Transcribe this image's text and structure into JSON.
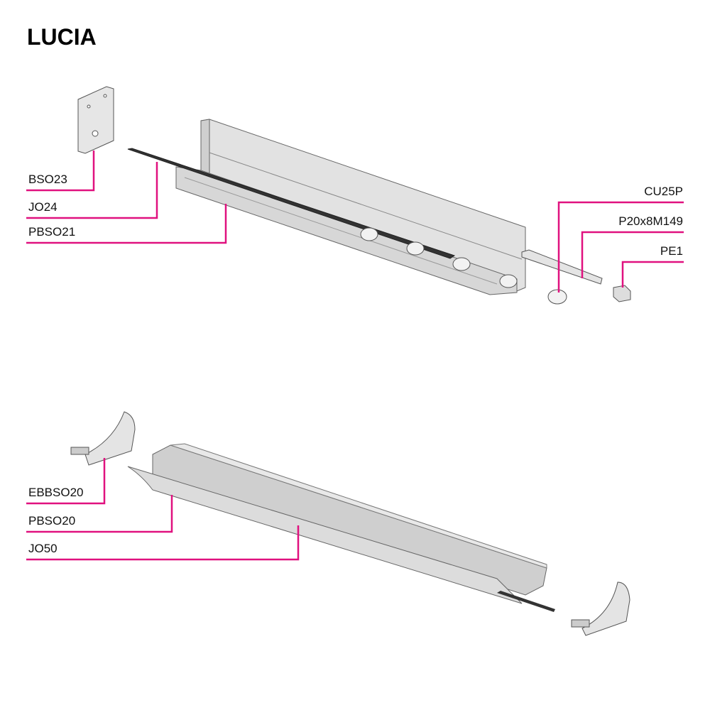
{
  "title": "LUCIA",
  "leader_color": "#e0117f",
  "labels": {
    "bso23": "BSO23",
    "jo24": "JO24",
    "pbso21": "PBSO21",
    "cu25p": "CU25P",
    "p20x8m149": "P20x8M149",
    "pe1": "PE1",
    "ebbso20": "EBBSO20",
    "pbso20": "PBSO20",
    "jo50": "JO50"
  }
}
